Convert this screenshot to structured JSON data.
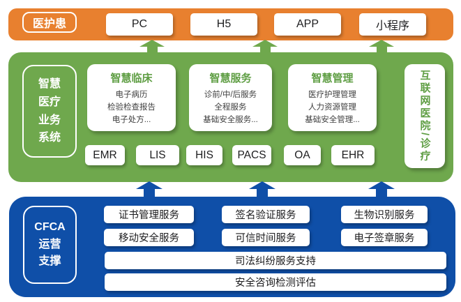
{
  "colors": {
    "orange": "#E8802F",
    "green": "#6FA84D",
    "blue": "#0F4FA8",
    "card_title_green": "#5F9E44",
    "card_body_text": "#3F3F3F"
  },
  "top_band": {
    "label": "医护患",
    "channels": [
      "PC",
      "H5",
      "APP",
      "小程序"
    ]
  },
  "middle_band": {
    "label": "智慧\n医疗\n业务\n系统",
    "cards": [
      {
        "title": "智慧临床",
        "body": "电子病历\n检验检查报告\n电子处方..."
      },
      {
        "title": "智慧服务",
        "body": "诊前/中/后服务\n全程服务\n基础安全服务..."
      },
      {
        "title": "智慧管理",
        "body": "医疗护理管理\n人力资源管理\n基础安全管理..."
      }
    ],
    "side_card": "互联网医院/诊疗",
    "systems": [
      "EMR",
      "LIS",
      "HIS",
      "PACS",
      "OA",
      "EHR"
    ]
  },
  "bottom_band": {
    "label": "CFCA\n运营\n支撑",
    "services": [
      "证书管理服务",
      "签名验证服务",
      "生物识别服务",
      "移动安全服务",
      "可信时间服务",
      "电子签章服务"
    ],
    "wide_services": [
      "司法纠纷服务支持",
      "安全咨询检测评估"
    ]
  }
}
